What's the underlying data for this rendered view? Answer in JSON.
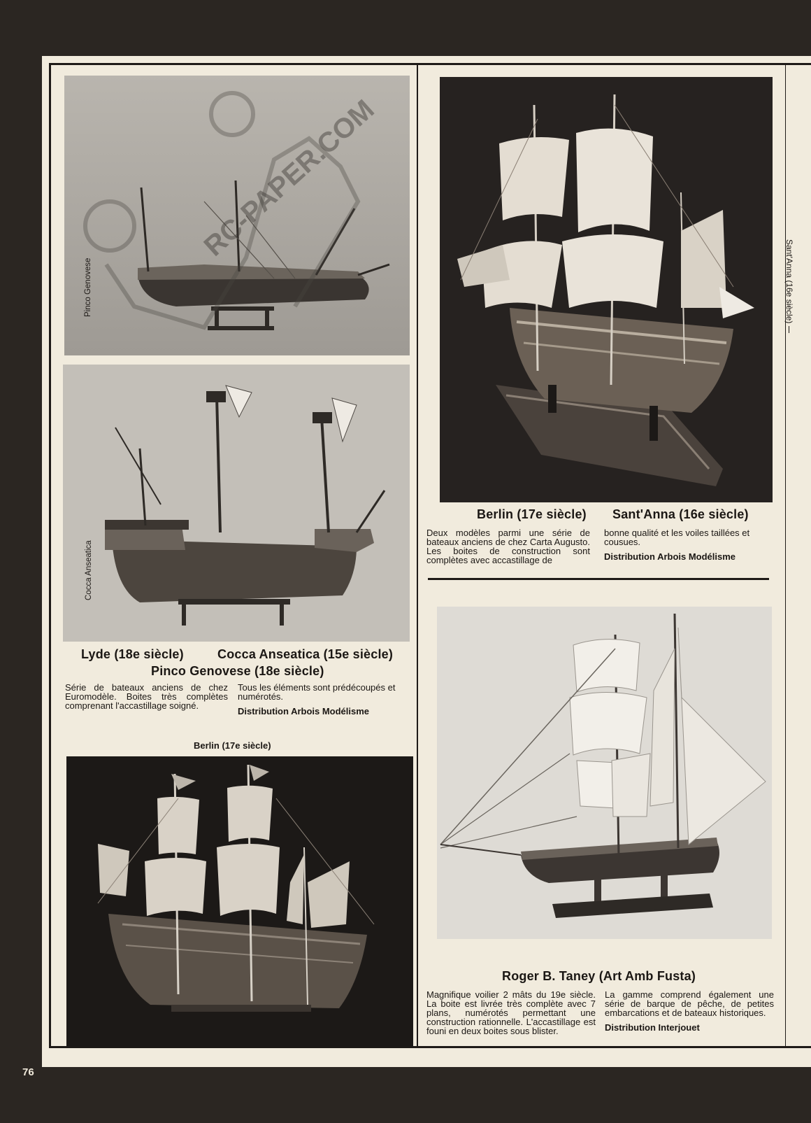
{
  "page_number": "76",
  "side_label": "Sant'Anna (16e siècle)",
  "section_euromodele": {
    "headings": [
      "Lyde (18e siècle)",
      "Cocca Anseatica (15e siècle)",
      "Pinco Genovese (18e siècle)"
    ],
    "photo_labels": [
      "Pinco Genovese",
      "Cocca Anseatica"
    ],
    "text_col1": "Série de bateaux anciens de chez Euromodèle. Boites très complètes comprenant l'accastillage soigné.",
    "text_col2": "Tous les éléments sont prédécoupés et numérotés.",
    "distribution": "Distribution Arbois Modélisme"
  },
  "section_carta_augusto": {
    "headings": [
      "Berlin (17e siècle)",
      "Sant'Anna (16e siècle)"
    ],
    "text_col1": "Deux modèles parmi une série de bateaux anciens de chez Carta Augusto. Les boites de construction sont complètes avec accastillage de",
    "text_col2": "bonne qualité et les voiles taillées et cousues.",
    "distribution": "Distribution Arbois Modélisme"
  },
  "berlin_photo_caption": "Berlin (17e siècle)",
  "section_taney": {
    "heading": "Roger B. Taney (Art Amb Fusta)",
    "text_col1": "Magnifique voilier 2 mâts du 19e siècle. La boite est livrée très complète avec 7 plans, numérotés permettant une construction rationnelle. L'accastillage est founi en deux boites sous blister.",
    "text_col2": "La gamme comprend également une série de barque de pêche, de petites embarcations et de bateaux historiques.",
    "distribution": "Distribution Interjouet"
  },
  "watermark": "RC-PAPER.COM",
  "colors": {
    "page_bg": "#f1ebdd",
    "surround": "#2b2622",
    "ink": "#1b1714"
  }
}
